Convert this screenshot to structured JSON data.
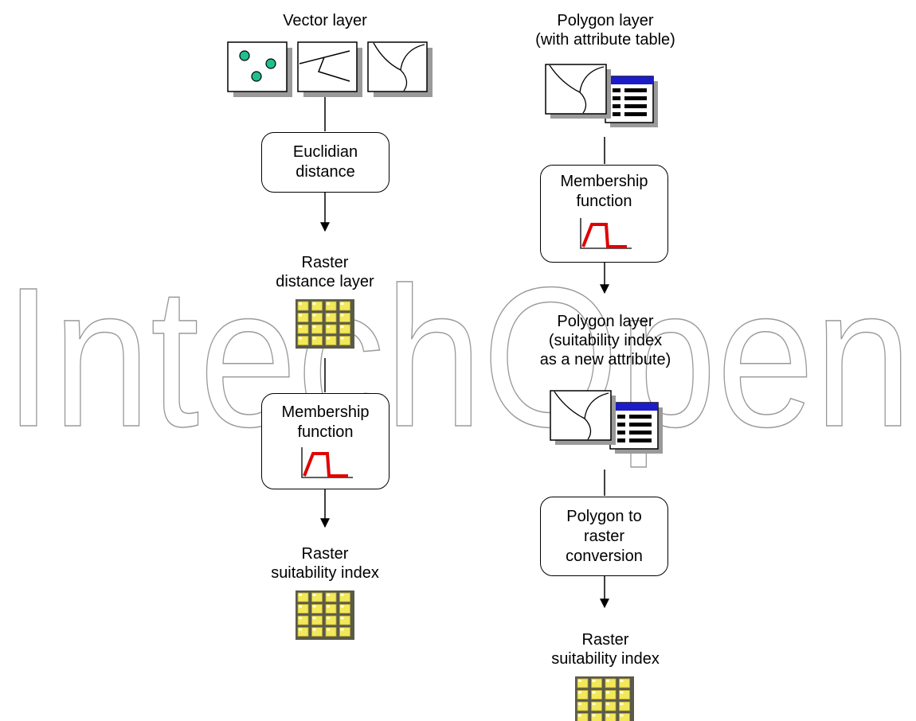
{
  "watermark": "IntechOpen",
  "left_flow": {
    "vector_layer_title": "Vector layer",
    "euclidian_box": [
      "Euclidian",
      "distance"
    ],
    "raster_distance_title": [
      "Raster",
      "distance layer"
    ],
    "membership_box": [
      "Membership",
      "function"
    ],
    "raster_suitability_title": [
      "Raster",
      "suitability index"
    ]
  },
  "right_flow": {
    "polygon_layer_title": [
      "Polygon layer",
      "(with attribute table)"
    ],
    "membership_box": [
      "Membership",
      "function"
    ],
    "polygon_new_title": [
      "Polygon layer",
      "(suitability index",
      "as a new attribute)"
    ],
    "conversion_box": [
      "Polygon to",
      "raster",
      "conversion"
    ],
    "raster_suitability_title": [
      "Raster",
      "suitability index"
    ]
  },
  "colors": {
    "point_fill": "#1fbf8f",
    "membership_curve": "#e00000",
    "table_header": "#1c1cc8",
    "grid_cell": "#f2e85a",
    "watermark": "#9a9a9a"
  }
}
